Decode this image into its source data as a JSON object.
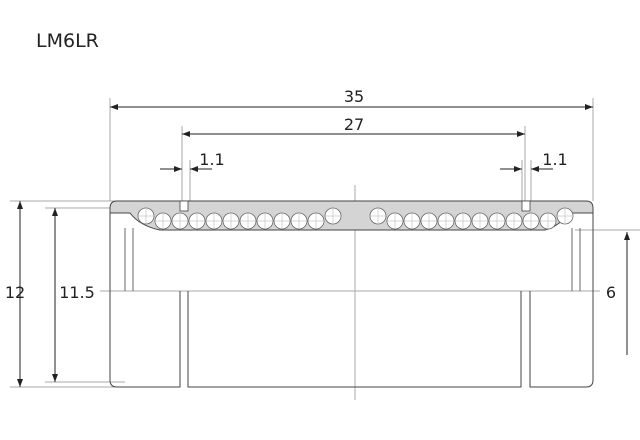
{
  "title": "LM6LR",
  "dimensions": {
    "overall_length": "35",
    "retainer_groove_span": "27",
    "groove_width_left": "1.1",
    "groove_width_right": "1.1",
    "outer_diameter": "12",
    "groove_diameter": "11.5",
    "inner_diameter": "6"
  },
  "colors": {
    "line": "#333333",
    "fill": "#d4d4d4",
    "ext": "#999999"
  },
  "balls_per_row": 12
}
